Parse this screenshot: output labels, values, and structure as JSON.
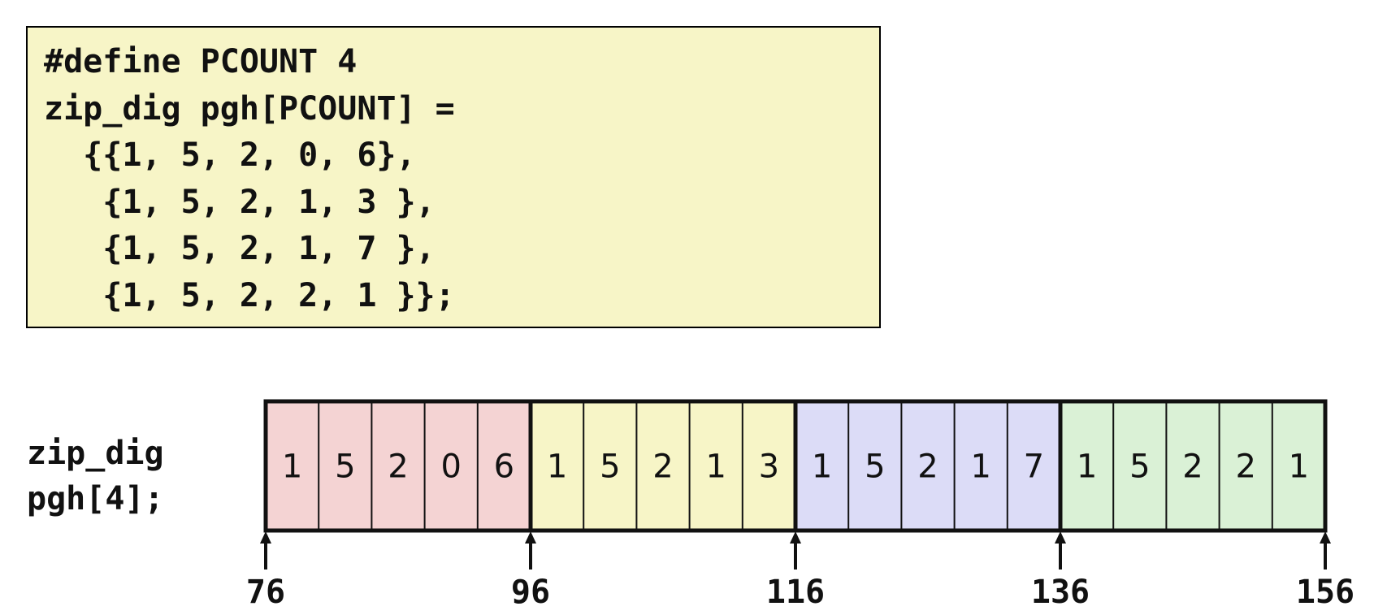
{
  "code": {
    "lines": [
      "#define PCOUNT 4",
      "zip_dig pgh[PCOUNT] =",
      "  {{1, 5, 2, 0, 6},",
      "   {1, 5, 2, 1, 3 },",
      "   {1, 5, 2, 1, 7 },",
      "   {1, 5, 2, 2, 1 }};"
    ],
    "background": "#f7f5c7"
  },
  "declaration": {
    "line1": "zip_dig",
    "line2": "pgh[4];"
  },
  "rows": [
    {
      "values": [
        "1",
        "5",
        "2",
        "0",
        "6"
      ],
      "color": "#f4d3d3"
    },
    {
      "values": [
        "1",
        "5",
        "2",
        "1",
        "3"
      ],
      "color": "#f7f5c7"
    },
    {
      "values": [
        "1",
        "5",
        "2",
        "1",
        "7"
      ],
      "color": "#dcdcf7"
    },
    {
      "values": [
        "1",
        "5",
        "2",
        "2",
        "1"
      ],
      "color": "#daf1d6"
    }
  ],
  "addresses": [
    "76",
    "96",
    "116",
    "136",
    "156"
  ]
}
